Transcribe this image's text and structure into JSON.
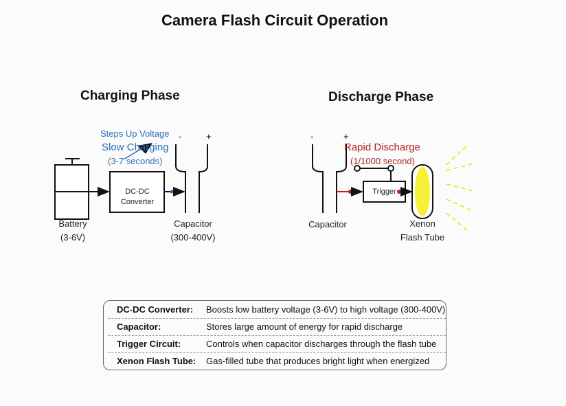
{
  "title": "Camera Flash Circuit Operation",
  "charging": {
    "heading": "Charging Phase",
    "steps_up": "Steps Up Voltage",
    "slow": "Slow Charging",
    "duration": "(3-7 seconds)",
    "converter_line1": "DC-DC",
    "converter_line2": "Converter",
    "battery_label": "Battery",
    "battery_range": "(3-6V)",
    "capacitor_label": "Capacitor",
    "capacitor_range": "(300-400V)",
    "minus": "-",
    "plus": "+"
  },
  "discharge": {
    "heading": "Discharge Phase",
    "rapid": "Rapid Discharge",
    "duration": "(1/1000 second)",
    "trigger": "Trigger",
    "capacitor_label": "Capacitor",
    "tube_line1": "Xenon",
    "tube_line2": "Flash Tube",
    "minus": "-",
    "plus": "+"
  },
  "colors": {
    "blue": "#2a6fb5",
    "red": "#b22222",
    "yellow": "#f7f03a"
  },
  "legend": [
    {
      "term": "DC-DC Converter:",
      "desc": "Boosts low battery voltage (3-6V) to high voltage (300-400V)"
    },
    {
      "term": "Capacitor:",
      "desc": "Stores large amount of energy for rapid discharge"
    },
    {
      "term": "Trigger Circuit:",
      "desc": "Controls when capacitor discharges through the flash tube"
    },
    {
      "term": "Xenon Flash Tube:",
      "desc": "Gas-filled tube that produces bright light when energized"
    }
  ]
}
